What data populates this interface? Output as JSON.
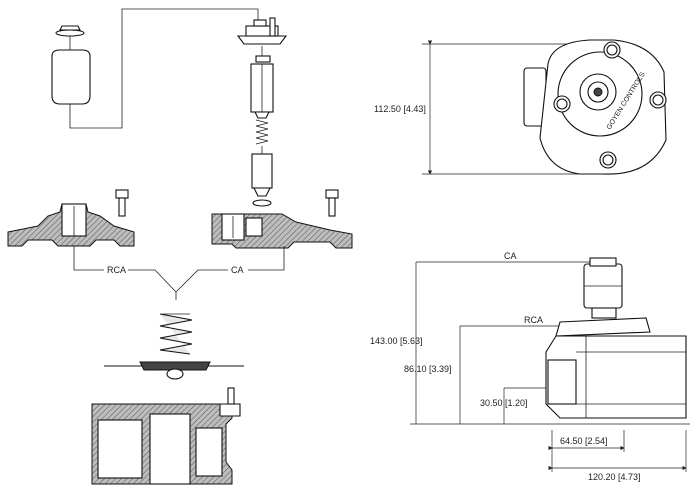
{
  "labels": {
    "rca_exploded": "RCA",
    "ca_exploded": "CA",
    "ca_side": "CA",
    "rca_side": "RCA"
  },
  "top_view": {
    "height_dim": "112.50 [4.43]",
    "logo_text": "GOYEN CONTROLS"
  },
  "side_view": {
    "overall_height": "143.00 [5.63]",
    "rca_height": "86.10 [3.39]",
    "inlet_height": "30.50 [1.20]",
    "half_width": "64.50 [2.54]",
    "overall_width": "120.20 [4.73]"
  },
  "colors": {
    "line": "#111111",
    "section_fill": "#9a9a9a",
    "background": "#ffffff"
  }
}
